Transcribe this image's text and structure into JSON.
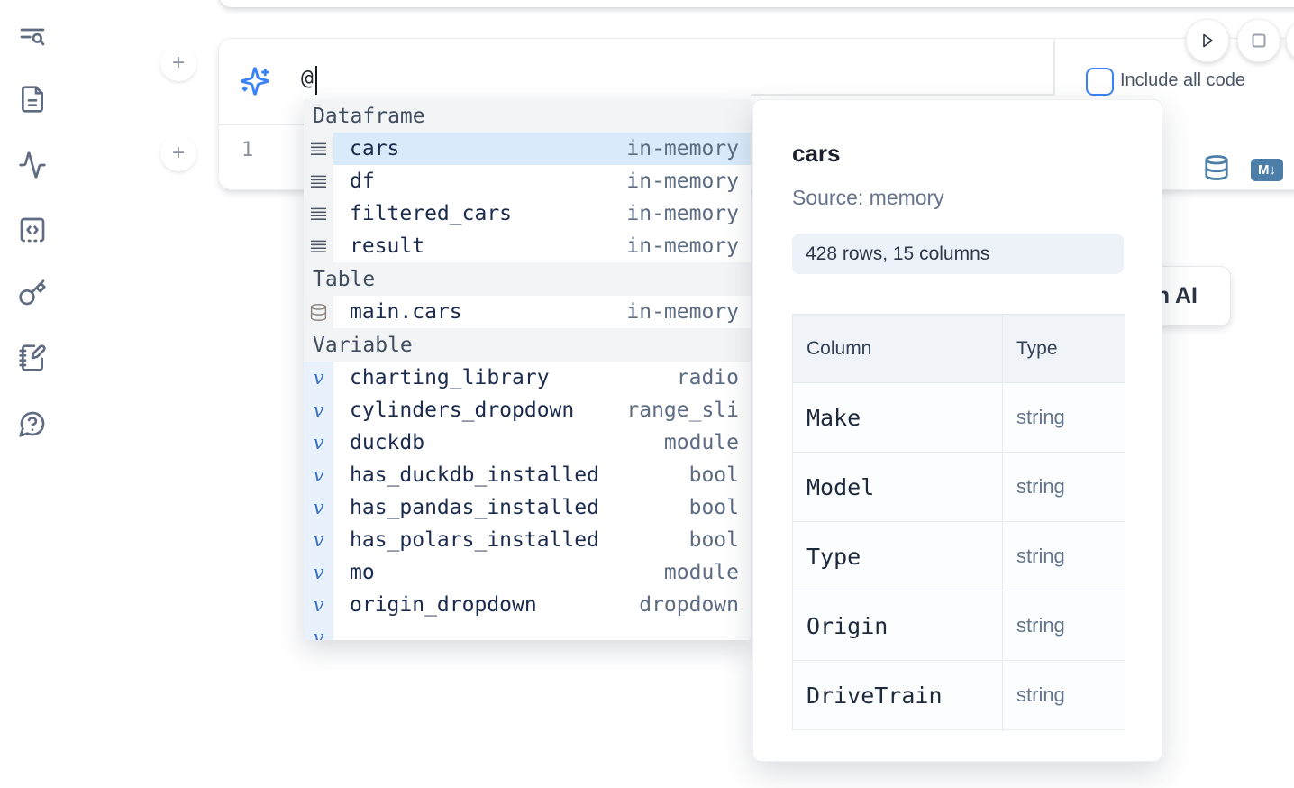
{
  "sidebar": {
    "icons": [
      "text-search-icon",
      "file-text-icon",
      "activity-icon",
      "code-square-icon",
      "key-icon",
      "notebook-pen-icon",
      "help-chat-icon"
    ]
  },
  "cell": {
    "add_button_label": "+",
    "prompt_value": "@",
    "include_all_code_label": "Include all code",
    "line_number": "1",
    "markdown_badge": "M↓"
  },
  "ai_card": {
    "label_fragment": "h AI"
  },
  "autocomplete": {
    "sections": [
      {
        "label": "Dataframe",
        "items": [
          {
            "name": "cars",
            "value": "in-memory",
            "selected": true
          },
          {
            "name": "df",
            "value": "in-memory"
          },
          {
            "name": "filtered_cars",
            "value": "in-memory"
          },
          {
            "name": "result",
            "value": "in-memory"
          }
        ]
      },
      {
        "label": "Table",
        "items": [
          {
            "name": "main.cars",
            "value": "in-memory"
          }
        ]
      },
      {
        "label": "Variable",
        "items": [
          {
            "name": "charting_library",
            "value": "radio"
          },
          {
            "name": "cylinders_dropdown",
            "value": "range_sli"
          },
          {
            "name": "duckdb",
            "value": "module"
          },
          {
            "name": "has_duckdb_installed",
            "value": "bool"
          },
          {
            "name": "has_pandas_installed",
            "value": "bool"
          },
          {
            "name": "has_polars_installed",
            "value": "bool"
          },
          {
            "name": "mo",
            "value": "module"
          },
          {
            "name": "origin_dropdown",
            "value": "dropdown"
          },
          {
            "name": "",
            "value": ""
          }
        ]
      }
    ]
  },
  "preview": {
    "title": "cars",
    "source": "Source: memory",
    "shape_badge": "428 rows, 15 columns",
    "table": {
      "headers": [
        "Column",
        "Type"
      ],
      "rows": [
        [
          "Make",
          "string"
        ],
        [
          "Model",
          "string"
        ],
        [
          "Type",
          "string"
        ],
        [
          "Origin",
          "string"
        ],
        [
          "DriveTrain",
          "string"
        ],
        [
          "",
          ""
        ]
      ]
    }
  },
  "colors": {
    "accent_blue": "#3b82f6",
    "selection_blue": "#d9eafb",
    "steel_blue_icon": "#4c7ea8",
    "name_text": "#1b2b4d",
    "value_text": "#5c6b82"
  }
}
